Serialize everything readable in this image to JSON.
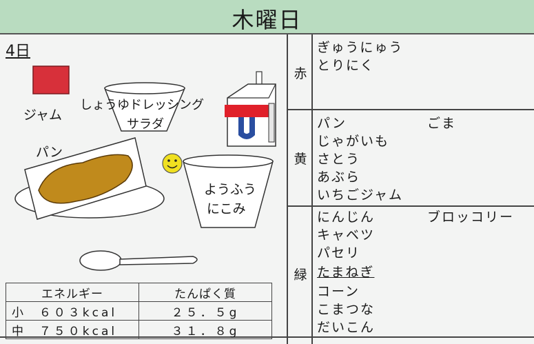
{
  "header": {
    "title": "木曜日"
  },
  "date": "4日",
  "dishes": {
    "jam": "ジャム",
    "salad_line1": "しょうゆドレッシング",
    "salad_line2": "サラダ",
    "bread": "パン",
    "soup_line1": "ようふう",
    "soup_line2": "にこみ"
  },
  "nutrition": {
    "headers": [
      "エネルギー",
      "たんぱく質"
    ],
    "rows": [
      {
        "size": "小",
        "energy": "６０３kcal",
        "protein": "２５．５g"
      },
      {
        "size": "中",
        "energy": "７５０kcal",
        "protein": "３１．８g"
      }
    ]
  },
  "groups": {
    "red": {
      "label": "赤",
      "col1": [
        "ぎゅうにゅう",
        "とりにく"
      ],
      "col2": []
    },
    "yellow": {
      "label": "黄",
      "col1": [
        "パン",
        "じゃがいも",
        "さとう",
        "あぶら",
        "いちごジャム"
      ],
      "col2": [
        "ごま"
      ]
    },
    "green": {
      "label": "緑",
      "col1": [
        "にんじん",
        "キャベツ",
        "パセリ",
        "たまねぎ",
        "コーン",
        "こまつな",
        "だいこん"
      ],
      "col2": [
        "ブロッコリー"
      ]
    }
  },
  "colors": {
    "header_bg": "#b9dcc0",
    "jam": "#d7303a",
    "bread": "#c08a1c",
    "milk_red": "#e0202a",
    "milk_blue": "#2a4ea0",
    "smiley": "#f0e020"
  }
}
